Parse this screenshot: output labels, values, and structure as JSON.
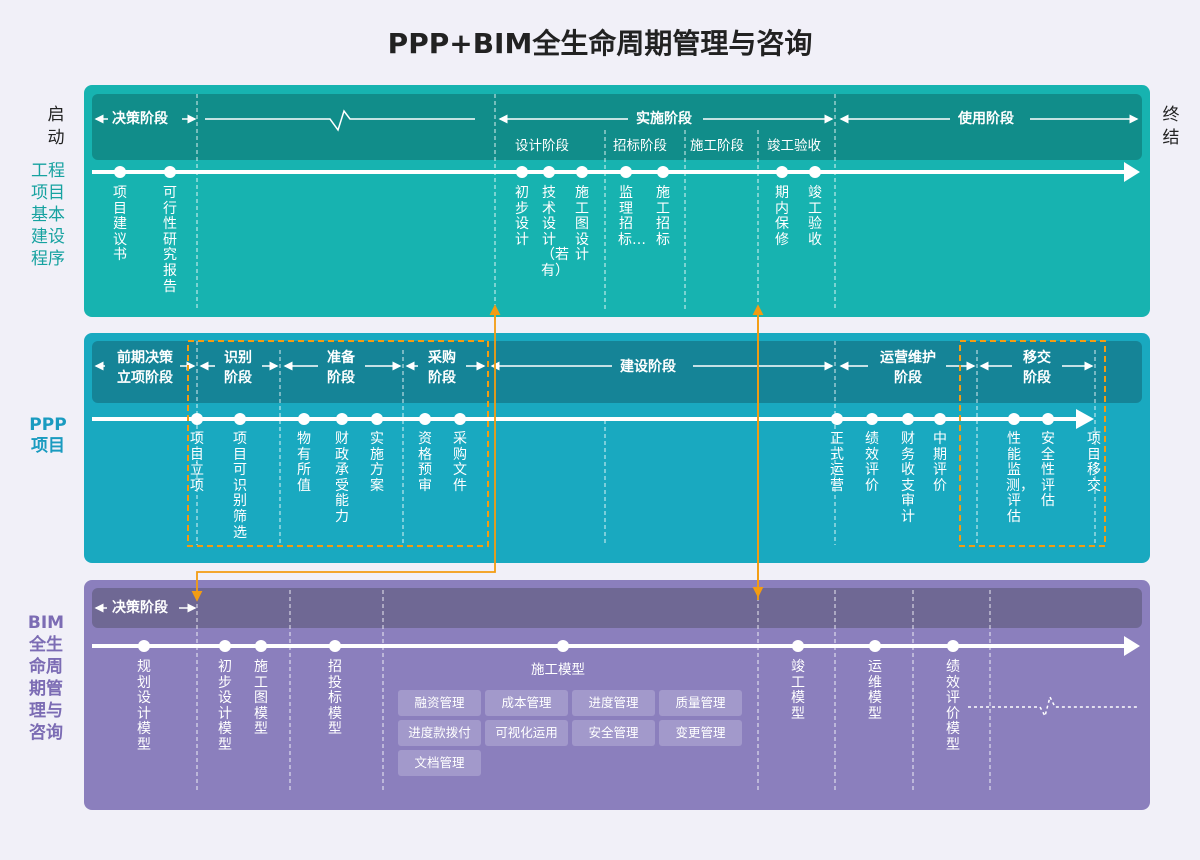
{
  "title": "PPP+BIM全生命周期管理与咨询",
  "colors": {
    "teal": "#17b3b0",
    "blue": "#19a9c0",
    "purple": "#8b7fbd",
    "orange": "#f39c12"
  },
  "side_labels": {
    "start": "启动",
    "end": "终结",
    "engineering": "工程项目基本建设程序",
    "ppp": "PPP项目",
    "bim": "BIM全生命周期管理与咨询"
  },
  "engineering": {
    "phases": {
      "decision": "决策阶段",
      "implementation": "实施阶段",
      "usage": "使用阶段"
    },
    "sub_phases": [
      "设计阶段",
      "招标阶段",
      "施工阶段",
      "竣工验收"
    ],
    "milestones": [
      "项目建议书",
      "可行性研究报告",
      "初步设计",
      "技术设计（若有）",
      "施工图设计",
      "监理招标…",
      "施工招标",
      "期内保修",
      "竣工验收"
    ]
  },
  "ppp": {
    "phases": {
      "pre_decision": "前期决策立项阶段",
      "identify": "识别阶段",
      "prepare": "准备阶段",
      "procure": "采购阶段",
      "construct": "建设阶段",
      "operate": "运营维护阶段",
      "transfer": "移交阶段"
    },
    "milestones": [
      "项目立项",
      "项目可识别筛选",
      "物有所值",
      "财政承受能力",
      "实施方案",
      "资格预审",
      "采购文件",
      "正式运营",
      "绩效评价",
      "财务收支审计",
      "中期评价",
      "性能监测，评估",
      "安全性评估",
      "项目移交"
    ]
  },
  "bim": {
    "phases": {
      "decision": "决策阶段"
    },
    "construction_model_title": "施工模型",
    "milestones": [
      "规划设计模型",
      "初步设计模型",
      "施工图模型",
      "招投标模型",
      "竣工模型",
      "运维模型",
      "绩效评价模型"
    ],
    "management_tiles": [
      "融资管理",
      "成本管理",
      "进度管理",
      "质量管理",
      "进度款拨付",
      "可视化运用",
      "安全管理",
      "变更管理",
      "文档管理"
    ]
  }
}
